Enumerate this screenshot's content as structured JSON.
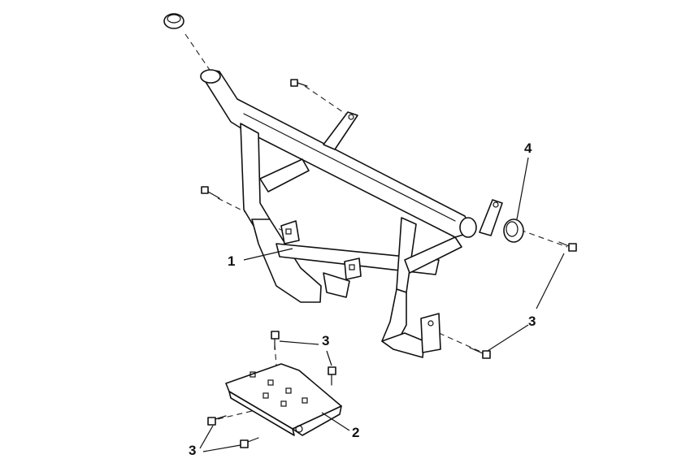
{
  "diagram": {
    "callouts": [
      {
        "id": "1",
        "label": "1"
      },
      {
        "id": "2",
        "label": "2"
      },
      {
        "id": "3a",
        "label": "3"
      },
      {
        "id": "3b",
        "label": "3"
      },
      {
        "id": "3c",
        "label": "3"
      },
      {
        "id": "4",
        "label": "4"
      }
    ],
    "colors": {
      "line": "#111111",
      "fill": "#ffffff"
    }
  }
}
